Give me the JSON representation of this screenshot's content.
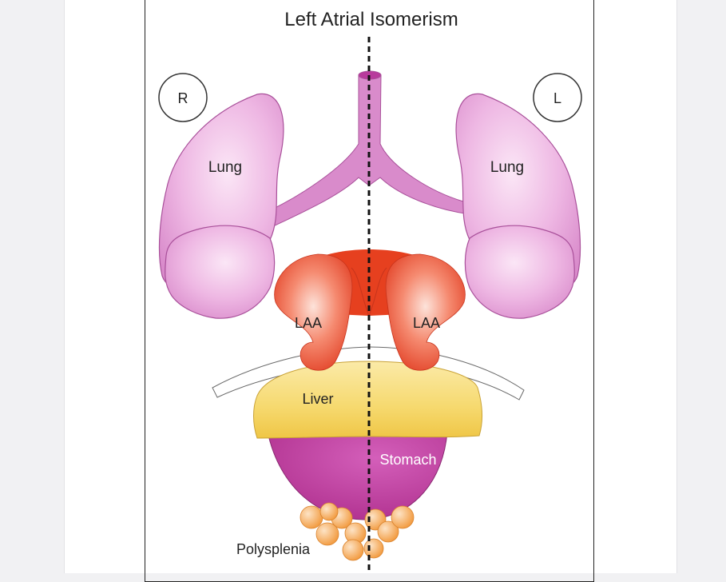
{
  "title": "Left Atrial Isomerism",
  "side_markers": {
    "right": "R",
    "left": "L"
  },
  "labels": {
    "right_lung": "Lung",
    "left_lung": "Lung",
    "right_appendage": "LAA",
    "left_appendage": "LAA",
    "liver": "Liver",
    "stomach": "Stomach",
    "spleen": "Polysplenia"
  },
  "colors": {
    "lung": "#e7a7db",
    "airway": "#d98bcb",
    "atrium": "#e8452b",
    "liver": "#f3d46a",
    "stomach": "#b83a9c",
    "spleen": "#f5a34b",
    "diaphragm": "#ffffff",
    "midline": "#111111"
  }
}
